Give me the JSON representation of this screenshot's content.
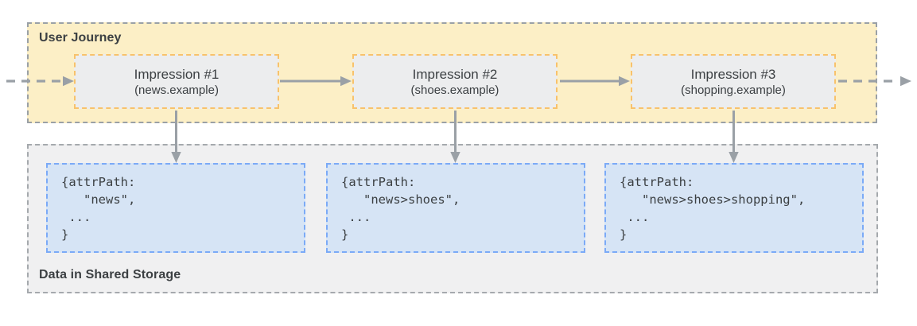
{
  "diagram": {
    "journey": {
      "label": "User Journey",
      "impressions": [
        {
          "title": "Impression #1",
          "site": "(news.example)"
        },
        {
          "title": "Impression #2",
          "site": "(shoes.example)"
        },
        {
          "title": "Impression #3",
          "site": "(shopping.example)"
        }
      ]
    },
    "storage": {
      "label": "Data in Shared Storage",
      "entries": [
        {
          "code": "{attrPath:\n   \"news\",\n ...\n}"
        },
        {
          "code": "{attrPath:\n   \"news>shoes\",\n ...\n}"
        },
        {
          "code": "{attrPath:\n   \"news>shoes>shopping\",\n ...\n}"
        }
      ]
    },
    "arrows": {
      "flow": "left-to-right",
      "entry_exit_style": "dashed",
      "between_impressions_style": "solid",
      "to_storage_style": "solid-down"
    },
    "colors": {
      "journey_fill": "#FCEFC6",
      "journey_border": "#9AA0A6",
      "impression_fill": "#ECEDEE",
      "impression_border": "#F8C26B",
      "storage_fill": "#F0F0F1",
      "storage_border": "#A5A9AD",
      "entry_fill": "#D6E4F5",
      "entry_border": "#7BAAF7",
      "arrow": "#9AA0A6",
      "text": "#3C4043"
    }
  }
}
